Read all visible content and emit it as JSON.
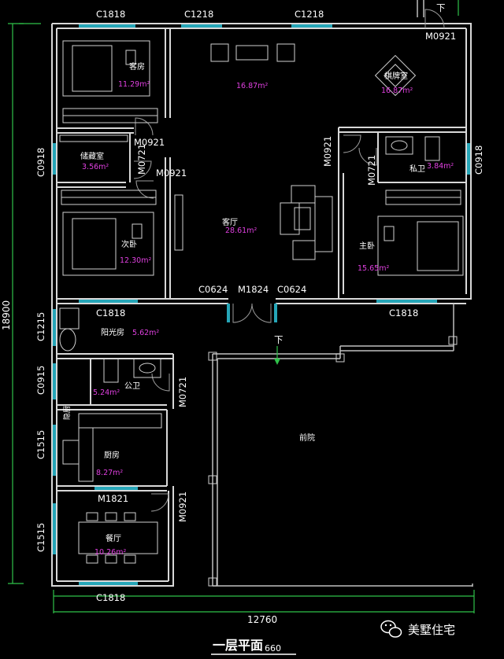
{
  "rooms": {
    "guest": {
      "name": "客房",
      "area": "11.29m²"
    },
    "living_upper": {
      "area": "16.87m²"
    },
    "mahjong": {
      "name": "棋牌室",
      "area": "16.87m²"
    },
    "storage": {
      "name": "储藏室",
      "area": "3.56m²"
    },
    "bath_master": {
      "name": "私卫",
      "area": "3.84m²"
    },
    "second_bed": {
      "name": "次卧",
      "area": "12.30m²"
    },
    "living": {
      "name": "客厅",
      "area": "28.61m²"
    },
    "master_bed": {
      "name": "主卧",
      "area": "15.65m²"
    },
    "sunroom": {
      "name": "阳光房",
      "area": "5.62m²"
    },
    "public_bath": {
      "name": "公卫",
      "area": "5.24m²"
    },
    "kitchen": {
      "name": "厨房",
      "area": "8.27m²"
    },
    "dining": {
      "name": "餐厅",
      "area": "10.26m²"
    },
    "front_yard": {
      "name": "前院"
    }
  },
  "codes": {
    "top_c1818": "C1818",
    "top_c1218_a": "C1218",
    "top_c1218_b": "C1218",
    "m0921_top": "M0921",
    "m0921_storage": "M0921",
    "m0721_storage": "M0721",
    "m0921_second": "M0921",
    "m0921_master": "M0921",
    "m0721_bath": "M0721",
    "c0918_left": "C0918",
    "c0918_right": "C0918",
    "c0624_a": "C0624",
    "m1824": "M1824",
    "c0624_b": "C0624",
    "c1818_second": "C1818",
    "c1818_master": "C1818",
    "c1215": "C1215",
    "c0915": "C0915",
    "m0721_pub": "M0721",
    "c1515_kitchen": "C1515",
    "m1821": "M1821",
    "m0921_dining": "M0921",
    "c1515_dining": "C1515",
    "c1818_bottom": "C1818",
    "down_top": "下",
    "down_entry": "下",
    "kitchen_side": "隐厨"
  },
  "dimensions": {
    "height": "18900",
    "width": "12760",
    "title_scale": "660"
  },
  "title": "一层平面",
  "watermark": {
    "brand": "美墅住宅"
  },
  "colors": {
    "walls": "#d8d8d8",
    "windows": "#26a6b8",
    "dimension_lines": "#2fc24a",
    "area_text": "#e040e0"
  }
}
